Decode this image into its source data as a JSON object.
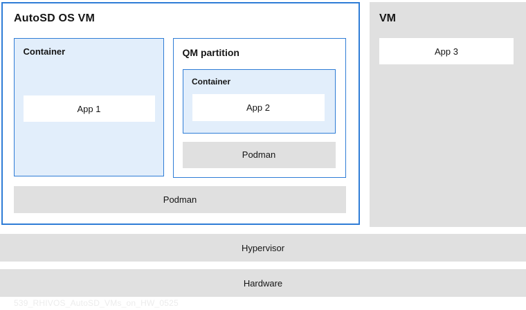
{
  "colors": {
    "blue": "#2E7CD6",
    "lightblue": "#E2EEFB",
    "gray": "#E0E0E0",
    "text": "#151515",
    "watermark": "#ECECEC"
  },
  "autosd_vm": {
    "title": "AutoSD OS VM",
    "container": {
      "title": "Container",
      "app": "App 1"
    },
    "qm_partition": {
      "title": "QM partition",
      "container": {
        "title": "Container",
        "app": "App 2"
      },
      "podman": "Podman"
    },
    "podman": "Podman"
  },
  "vm": {
    "title": "VM",
    "app": "App 3"
  },
  "layers": {
    "hypervisor": "Hypervisor",
    "hardware": "Hardware"
  },
  "watermark": "539_RHIVOS_AutoSD_VMs_on_HW_0525"
}
